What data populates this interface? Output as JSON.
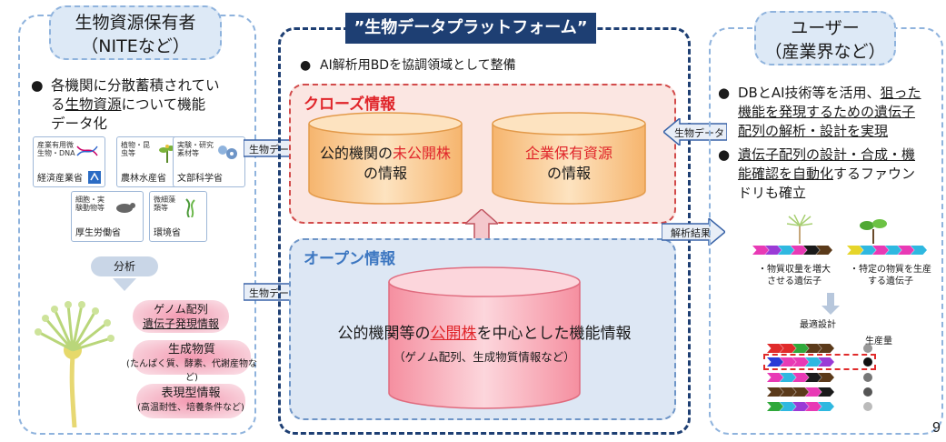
{
  "left": {
    "title_line1": "生物資源保有者",
    "title_line2": "（NITEなど）",
    "bullet_line1": "各機関に分散蓄積されてい",
    "bullet_line2_pre": "る",
    "bullet_line2_ul": "生物資源",
    "bullet_line2_post": "について機能",
    "bullet_line3": "データ化",
    "ministries": [
      {
        "top": "産業有用微生物・DNA",
        "label": "経済産業省"
      },
      {
        "top": "植物・昆虫等",
        "label": "農林水産省"
      },
      {
        "top": "実験・研究素材等",
        "label": "文部科学省"
      },
      {
        "top": "細胞・実験動物等",
        "label": "厚生労働省"
      },
      {
        "top": "微細藻類等",
        "label": "環境省"
      }
    ],
    "analysis_label": "分析",
    "info": [
      {
        "title_a": "ゲノム配列",
        "title_b": "遺伝子発現情報",
        "sub": ""
      },
      {
        "title_a": "生成物質",
        "title_b": "",
        "sub": "(たんぱく質、酵素、代謝産物など)"
      },
      {
        "title_a": "表現型情報",
        "title_b": "",
        "sub": "(高温耐性、培養条件など)"
      }
    ]
  },
  "arrows": {
    "bio_data_top": "生物データ",
    "bio_data_bottom": "生物データ",
    "bio_data_right": "生物データ",
    "analysis_result": "解析結果"
  },
  "center": {
    "platform_title": "”生物データプラットフォーム”",
    "bullet": "AI解析用BDを協調領域として整備",
    "closed_title": "クローズ情報",
    "closed_left_a": "公的機関の",
    "closed_left_red": "未公開株",
    "closed_left_b": "の情報",
    "closed_right_red": "企業保有資源",
    "closed_right_b": "の情報",
    "open_title": "オープン情報",
    "open_main_a": "公的機関等の",
    "open_main_red": "公開株",
    "open_main_b": "を中心とした機能情報",
    "open_sub": "（ゲノム配列、生成物質情報など）"
  },
  "right": {
    "title_line1": "ユーザー",
    "title_line2": "（産業界など）",
    "b1_l1_pre": "DBとAI技術等を活用、",
    "b1_l1_ul": "狙った",
    "b1_l2": "機能を発現するための遺伝子",
    "b1_l3_ul": "配列の解析・設計を実現",
    "b2_l1_ul": "遺伝子配列の設計・合成・機",
    "b2_l2_ul": "能確認を自動化",
    "b2_l2_post": "するファウン",
    "b2_l3": "ドリも確立",
    "gene_left_l1": "・物質収量を増大",
    "gene_left_l2": "させる遺伝子",
    "gene_right_l1": "・特定の物質を生産",
    "gene_right_l2": "する遺伝子",
    "optimal_design": "最適設計",
    "production": "生産量"
  },
  "page_number": "9",
  "colors": {
    "navy": "#1e3f73",
    "red_text": "#e0252a",
    "closed_title": "#e0252a",
    "open_title": "#3d77c1"
  }
}
